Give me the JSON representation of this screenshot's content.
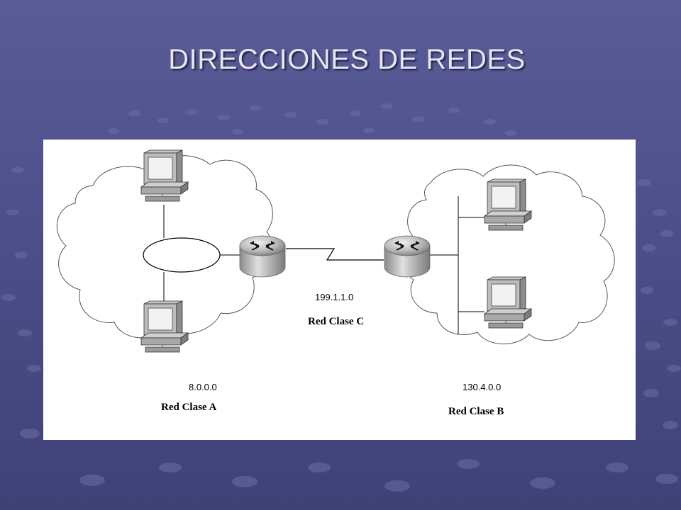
{
  "slide": {
    "title": "DIRECCIONES DE REDES"
  },
  "diagram": {
    "network_a": {
      "address": "8.0.0.0",
      "name": "Red Clase A"
    },
    "network_b": {
      "address": "130.4.0.0",
      "name": "Red Clase B"
    },
    "network_c": {
      "address": "199.1.1.0",
      "name": "Red Clase C"
    }
  },
  "colors": {
    "background": "#4d4f8a",
    "title": "#e6e6f2",
    "panel": "#ffffff"
  }
}
